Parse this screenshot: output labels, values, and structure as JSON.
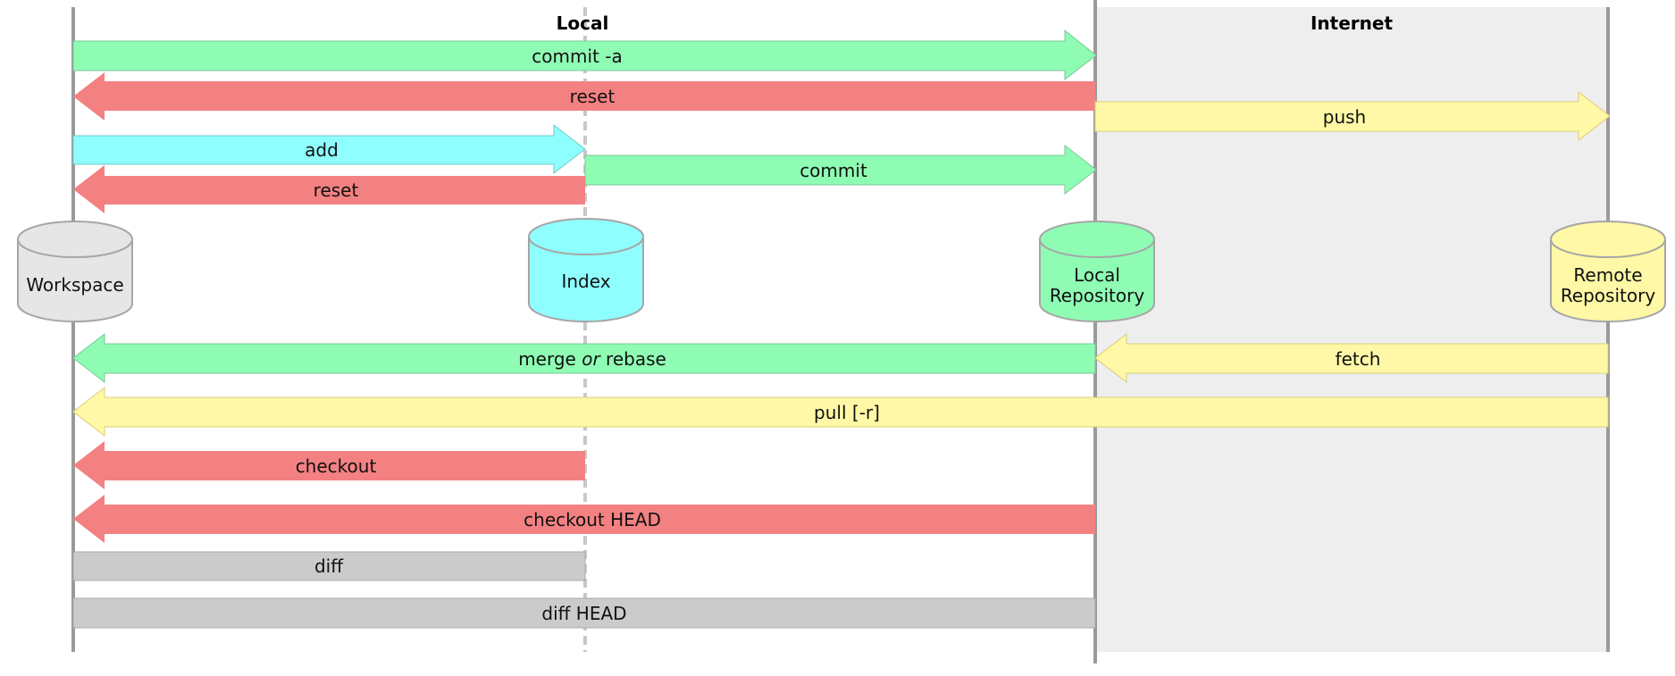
{
  "zones": {
    "local_title": "Local",
    "internet_title": "Internet"
  },
  "colors": {
    "green": "#8FFCB4",
    "red": "#F48182",
    "yellow": "#FFF8A6",
    "cyan": "#8FFEFE",
    "gray": "#CBCBCB",
    "internet_bg": "#EEEEEE",
    "lane_line": "#9A9A9A",
    "cylinder_workspace": "#E6E6E6"
  },
  "nodes": {
    "workspace": "Workspace",
    "index": "Index",
    "local_repo_line1": "Local",
    "local_repo_line2": "Repository",
    "remote_repo_line1": "Remote",
    "remote_repo_line2": "Repository"
  },
  "arrows": {
    "commit_a": "commit -a",
    "reset_repo": "reset",
    "push": "push",
    "add": "add",
    "commit": "commit",
    "reset_index": "reset",
    "merge_pre": "merge ",
    "merge_or": "or",
    "merge_post": " rebase",
    "fetch": "fetch",
    "pull": "pull [-r]",
    "checkout": "checkout",
    "checkout_head": "checkout HEAD",
    "diff": "diff",
    "diff_head": "diff HEAD"
  }
}
